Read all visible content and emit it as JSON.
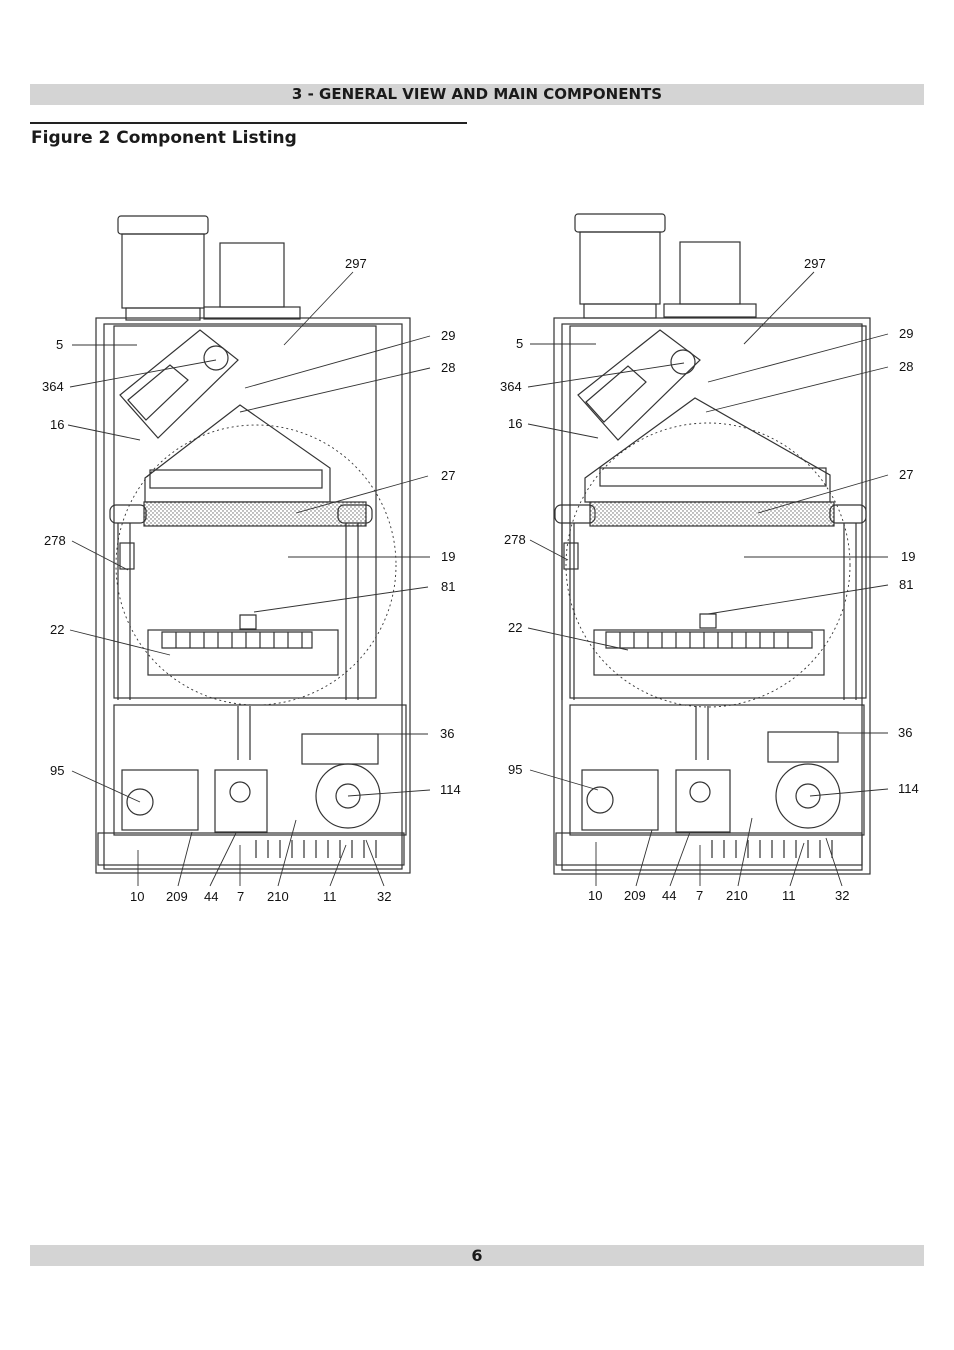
{
  "header": {
    "section_title": "3 - GENERAL VIEW AND MAIN COMPONENTS"
  },
  "figure": {
    "title": "Figure 2 Component Listing"
  },
  "views": [
    {
      "left_labels": [
        "5",
        "364",
        "16",
        "278",
        "22",
        "95"
      ],
      "right_labels": [
        "297",
        "29",
        "28",
        "27",
        "19",
        "81",
        "36",
        "114"
      ],
      "bottom_labels": [
        "10",
        "209",
        "44",
        "7",
        "210",
        "11",
        "32"
      ]
    },
    {
      "left_labels": [
        "5",
        "364",
        "16",
        "278",
        "22",
        "95"
      ],
      "right_labels": [
        "297",
        "29",
        "28",
        "27",
        "19",
        "81",
        "36",
        "114"
      ],
      "bottom_labels": [
        "10",
        "209",
        "44",
        "7",
        "210",
        "11",
        "32"
      ]
    }
  ],
  "footer": {
    "page_number": "6"
  }
}
